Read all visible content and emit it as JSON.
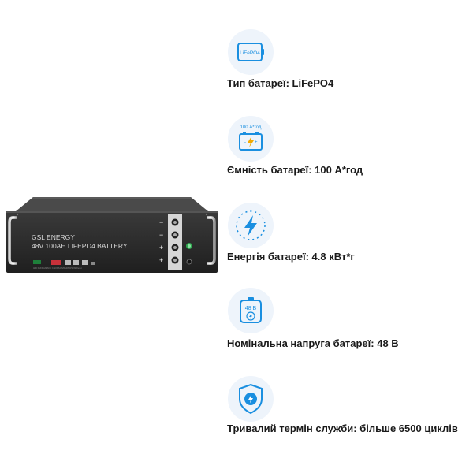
{
  "product": {
    "brand": "GSL ENERGY",
    "model": "48V 100AH LIFEPO4 BATTERY",
    "terminals": [
      "−",
      "−",
      "+",
      "+"
    ]
  },
  "specs": [
    {
      "icon": "lifepo4-battery-icon",
      "icon_text": "LiFePO4",
      "label": "Тип батареї: LiFePO4"
    },
    {
      "icon": "battery-capacity-icon",
      "icon_text": "100 А*год",
      "label": "Ємність батареї: 100 А*год"
    },
    {
      "icon": "lightning-energy-icon",
      "icon_text": "",
      "label": "Енергія батареї: 4.8 кВт*г"
    },
    {
      "icon": "voltage-48v-icon",
      "icon_text": "48 В",
      "label": "Номінальна напруга батареї: 48 В"
    },
    {
      "icon": "shield-lifetime-icon",
      "icon_text": "",
      "label": "Тривалий термін служби: більше 6500 циклів"
    }
  ],
  "colors": {
    "accent": "#1a8fe0",
    "icon_bg": "#eef4fb",
    "text": "#1a1a1a",
    "battery_body": "#2b2b2b"
  }
}
